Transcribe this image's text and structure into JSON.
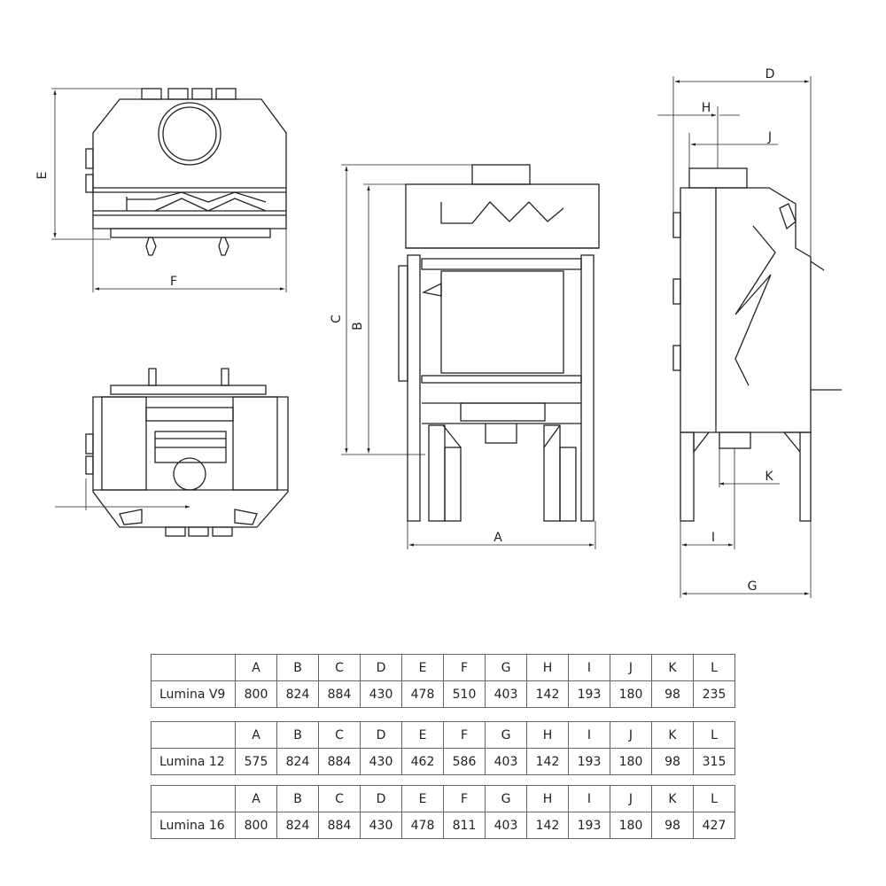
{
  "diagram": {
    "labels": {
      "A": "A",
      "B": "B",
      "C": "C",
      "D": "D",
      "E": "E",
      "F": "F",
      "G": "G",
      "H": "H",
      "I": "I",
      "J": "J",
      "K": "K"
    }
  },
  "tables": [
    {
      "headers": [
        "A",
        "B",
        "C",
        "D",
        "E",
        "F",
        "G",
        "H",
        "I",
        "J",
        "K",
        "L"
      ],
      "model": "Lumina V9",
      "values": [
        "800",
        "824",
        "884",
        "430",
        "478",
        "510",
        "403",
        "142",
        "193",
        "180",
        "98",
        "235"
      ]
    },
    {
      "headers": [
        "A",
        "B",
        "C",
        "D",
        "E",
        "F",
        "G",
        "H",
        "I",
        "J",
        "K",
        "L"
      ],
      "model": "Lumina 12",
      "values": [
        "575",
        "824",
        "884",
        "430",
        "462",
        "586",
        "403",
        "142",
        "193",
        "180",
        "98",
        "315"
      ]
    },
    {
      "headers": [
        "A",
        "B",
        "C",
        "D",
        "E",
        "F",
        "G",
        "H",
        "I",
        "J",
        "K",
        "L"
      ],
      "model": "Lumina 16",
      "values": [
        "800",
        "824",
        "884",
        "430",
        "478",
        "811",
        "403",
        "142",
        "193",
        "180",
        "98",
        "427"
      ]
    }
  ]
}
